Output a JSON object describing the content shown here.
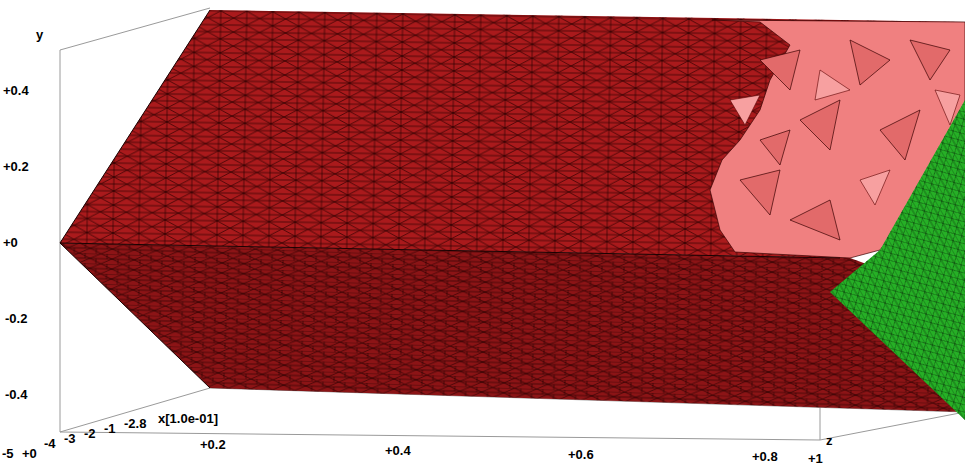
{
  "diagram": {
    "labels": [
      "y",
      "+0.4",
      "+0.2",
      "+0",
      "-0.2",
      "-0.4",
      "-5",
      "+0",
      "-4",
      "-3",
      "-2",
      "-1",
      "-2.8",
      "x[1.0e-01]",
      "+0.2",
      "+0.4",
      "+0.6",
      "+0.8",
      "z",
      "+1"
    ]
  }
}
